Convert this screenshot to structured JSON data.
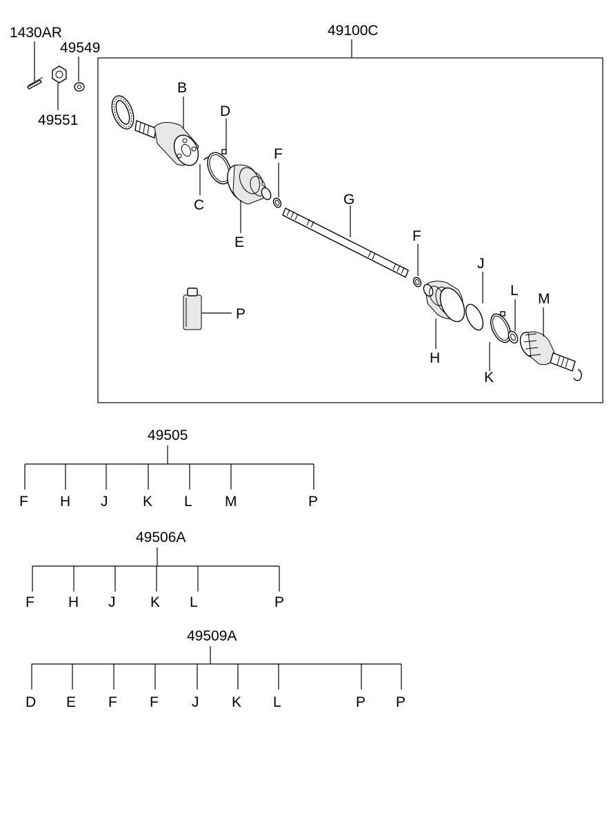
{
  "assembly": {
    "number": "49100C",
    "callouts": {
      "B": "B",
      "C": "C",
      "D": "D",
      "E": "E",
      "F1": "F",
      "F2": "F",
      "G": "G",
      "H": "H",
      "J": "J",
      "K": "K",
      "L": "L",
      "M": "M",
      "P": "P"
    }
  },
  "hardware": [
    {
      "key": "bolt",
      "label": "1430AR"
    },
    {
      "key": "washer",
      "label": "49549"
    },
    {
      "key": "nut",
      "label": "49551"
    }
  ],
  "kits": [
    {
      "number": "49505",
      "items": [
        "F",
        "H",
        "J",
        "K",
        "L",
        "M",
        "P"
      ]
    },
    {
      "number": "49506A",
      "items": [
        "F",
        "H",
        "J",
        "K",
        "L",
        "P"
      ]
    },
    {
      "number": "49509A",
      "items": [
        "D",
        "E",
        "F",
        "F",
        "J",
        "K",
        "L",
        "P",
        "P"
      ]
    }
  ]
}
